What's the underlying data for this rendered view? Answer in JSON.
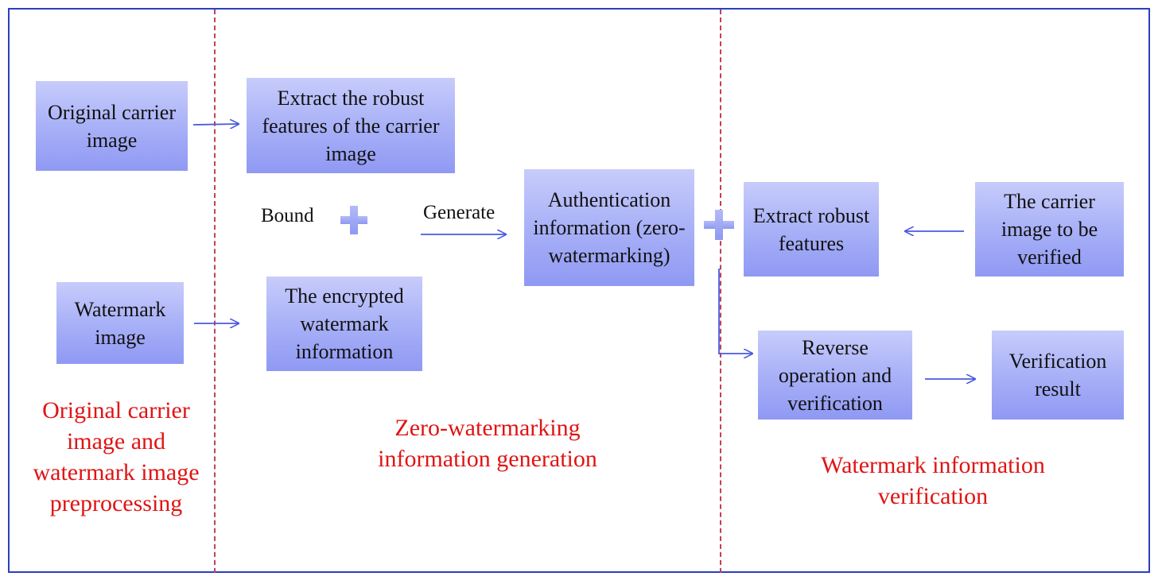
{
  "nodes": {
    "original_carrier": "Original carrier image",
    "extract_features": "Extract the robust features of the carrier image",
    "watermark_image": "Watermark image",
    "encrypted_watermark": "The encrypted watermark information",
    "authentication": "Authentication information (zero-watermarking)",
    "extract_robust": "Extract robust features",
    "carrier_to_verify": "The carrier image to be verified",
    "reverse_operation": "Reverse operation and verification",
    "verification_result": "Verification result"
  },
  "edge_labels": {
    "bound": "Bound",
    "generate": "Generate"
  },
  "sections": {
    "preprocessing": "Original carrier image and watermark image preprocessing",
    "generation": "Zero-watermarking information generation",
    "verification": "Watermark information verification"
  },
  "colors": {
    "frame": "#2b3fbf",
    "divider": "#c0405a",
    "arrow": "#4a5ae0",
    "section_text": "#e01414",
    "box_top": "#c7ccfb",
    "box_bottom": "#8f99f3"
  }
}
